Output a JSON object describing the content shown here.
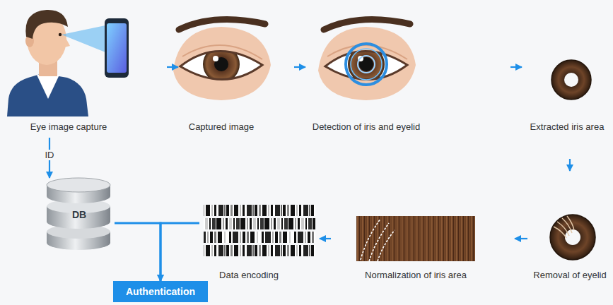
{
  "diagram": {
    "nodes": [
      {
        "text": [
          "Eye image capture"
        ]
      },
      {
        "text": [
          "Captured image"
        ]
      },
      {
        "text": [
          "Detection of iris and eyelid"
        ]
      },
      {
        "text": [
          "Extracted iris area"
        ]
      },
      {
        "text": [
          "DB"
        ]
      },
      {
        "text": [
          "Data encoding"
        ]
      },
      {
        "text": [
          "Normalization of iris area"
        ]
      },
      {
        "text": [
          "Removal of eyelid"
        ]
      },
      {
        "text": [
          "Authentication"
        ]
      }
    ],
    "edges": [
      {
        "from": 0,
        "to": 1,
        "arrow": "to"
      },
      {
        "from": 1,
        "to": 2,
        "arrow": "to"
      },
      {
        "from": 2,
        "to": 3,
        "arrow": "to"
      },
      {
        "from": 3,
        "to": 7,
        "arrow": "to"
      },
      {
        "from": 7,
        "to": 6,
        "arrow": "to"
      },
      {
        "from": 6,
        "to": 5,
        "arrow": "to"
      },
      {
        "from": 0,
        "to": 4,
        "label": "ID",
        "arrow": "to"
      },
      {
        "from": 4,
        "to": 8,
        "arrow": "to"
      },
      {
        "from": 5,
        "to": 8,
        "arrow": "to"
      }
    ]
  }
}
